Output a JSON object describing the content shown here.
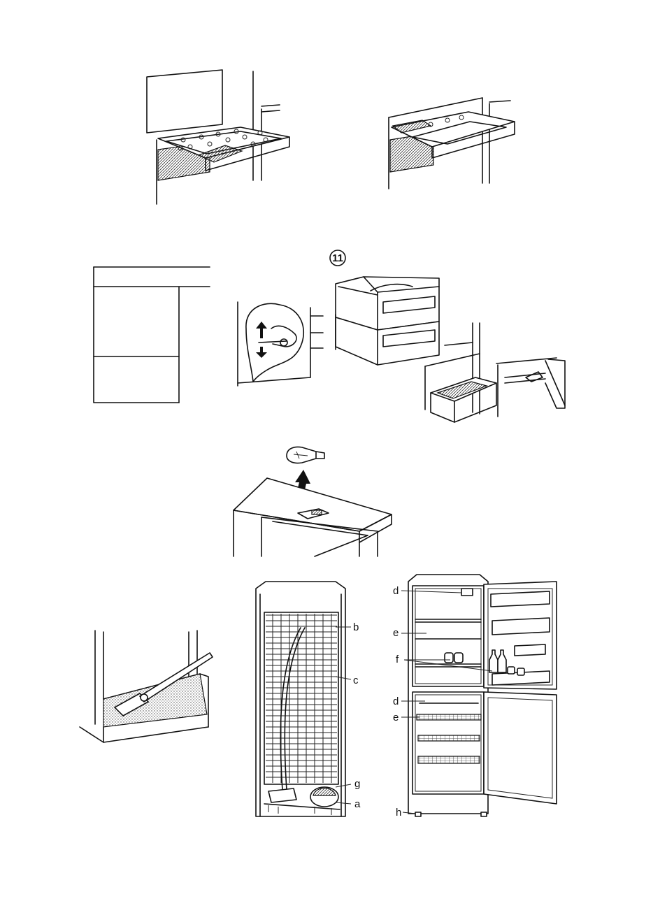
{
  "figure_number": "11",
  "callouts": {
    "a": "a",
    "b": "b",
    "c": "c",
    "d1": "d",
    "d2": "d",
    "e1": "e",
    "e2": "e",
    "f": "f",
    "g": "g",
    "h": "h"
  },
  "icons": {
    "arrow_up": "arrow-up-icon",
    "light_bulb": "light-bulb-icon"
  }
}
